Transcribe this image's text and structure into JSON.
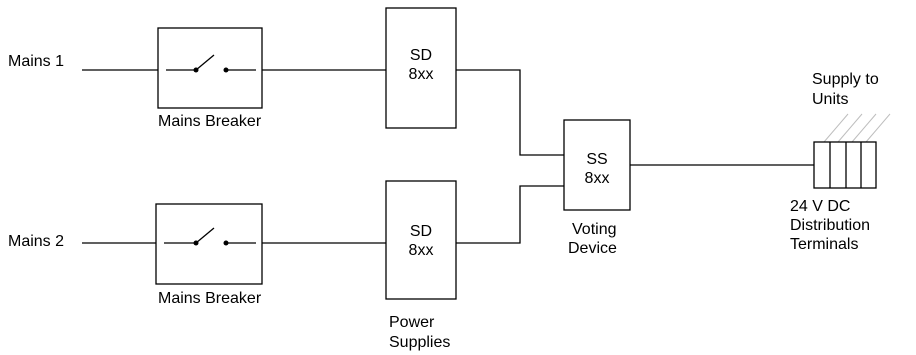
{
  "inputs": {
    "mains1": "Mains 1",
    "mains2": "Mains 2"
  },
  "breakers": {
    "top_label": "Mains Breaker",
    "bottom_label": "Mains Breaker"
  },
  "power_supplies": {
    "top_line1": "SD",
    "top_line2": "8xx",
    "bottom_line1": "SD",
    "bottom_line2": "8xx",
    "caption_line1": "Power",
    "caption_line2": "Supplies"
  },
  "voting_device": {
    "line1": "SS",
    "line2": "8xx",
    "caption_line1": "Voting",
    "caption_line2": "Device"
  },
  "distribution": {
    "supply_line1": "Supply to",
    "supply_line2": "Units",
    "caption_line1": "24 V DC",
    "caption_line2": "Distribution",
    "caption_line3": "Terminals"
  }
}
